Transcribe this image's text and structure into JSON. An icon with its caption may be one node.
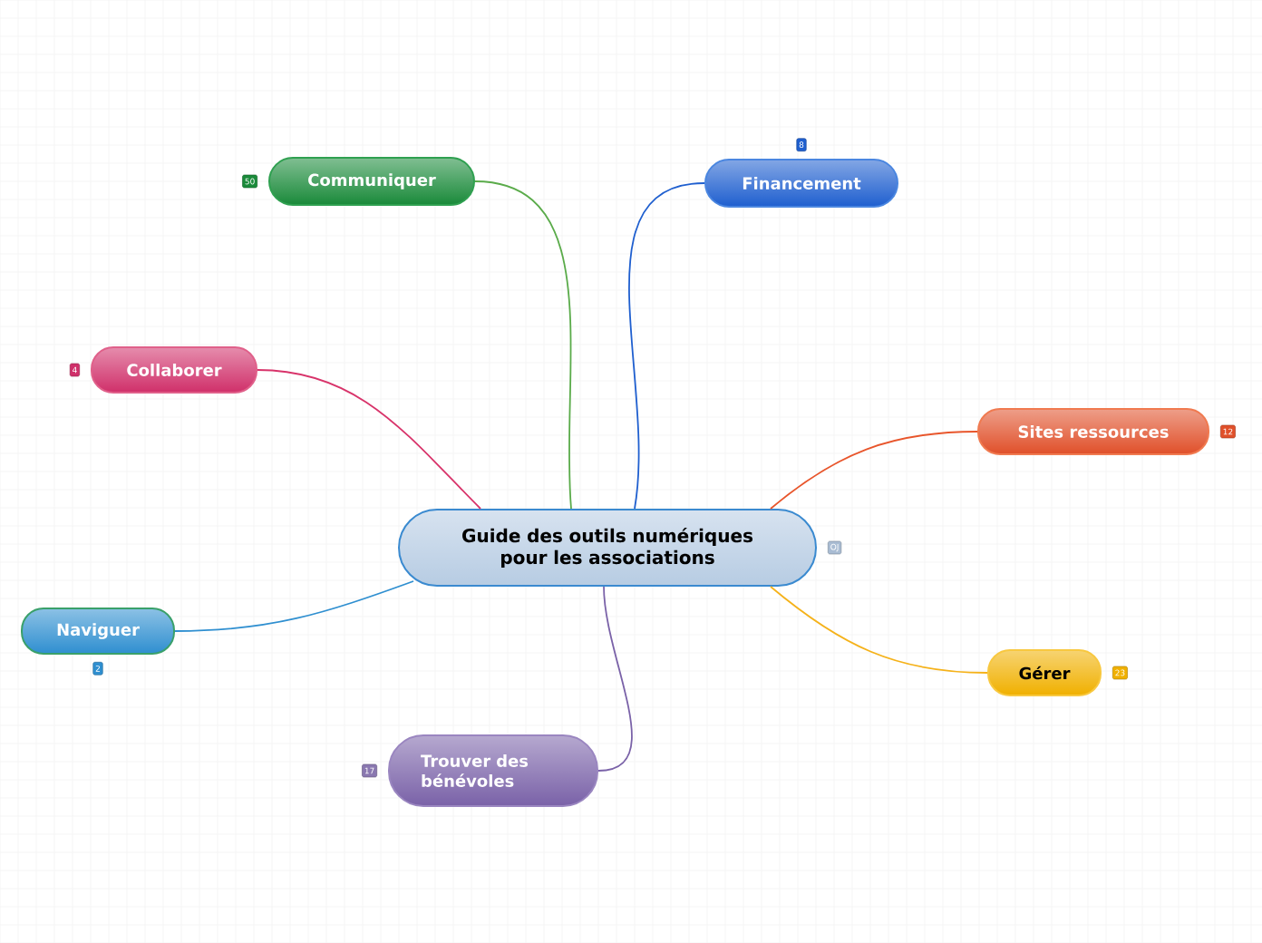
{
  "diagram": {
    "nodes": [
      {
        "text": [
          "Guide des outils numériques pour les associations"
        ],
        "beside": [
          "OJ"
        ]
      },
      {
        "text": [
          "Communiquer"
        ],
        "beside": [
          "50"
        ]
      },
      {
        "text": [
          "Financement"
        ],
        "beside": [
          "8"
        ]
      },
      {
        "text": [
          "Collaborer"
        ],
        "beside": [
          "4"
        ]
      },
      {
        "text": [
          "Sites ressources"
        ],
        "beside": [
          "12"
        ]
      },
      {
        "text": [
          "Naviguer"
        ],
        "beside": [
          "2"
        ]
      },
      {
        "text": [
          "Gérer"
        ],
        "beside": [
          "23"
        ]
      },
      {
        "text": [
          "Trouver des bénévoles"
        ],
        "beside": [
          "17"
        ]
      }
    ],
    "edges": [
      {
        "from": 0,
        "to": 1,
        "arrow": "none",
        "color": "#5aab4a"
      },
      {
        "from": 0,
        "to": 2,
        "arrow": "none",
        "color": "#1f5fcf"
      },
      {
        "from": 0,
        "to": 3,
        "arrow": "none",
        "color": "#d8336a"
      },
      {
        "from": 0,
        "to": 4,
        "arrow": "none",
        "color": "#e8552b"
      },
      {
        "from": 0,
        "to": 5,
        "arrow": "none",
        "color": "#2f8fd0"
      },
      {
        "from": 0,
        "to": 6,
        "arrow": "none",
        "color": "#f5b21a"
      },
      {
        "from": 0,
        "to": 7,
        "arrow": "none",
        "color": "#7a62a8"
      }
    ]
  }
}
